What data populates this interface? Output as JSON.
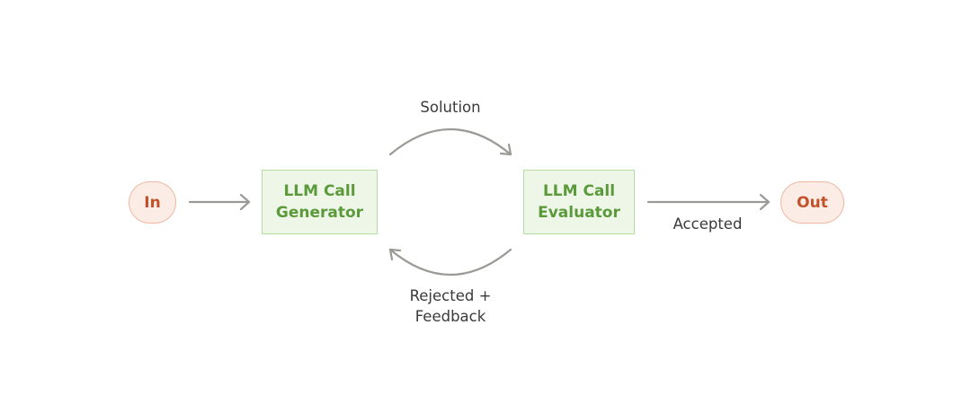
{
  "nodes": {
    "input": {
      "label": "In"
    },
    "generator": {
      "line1": "LLM Call",
      "line2": "Generator"
    },
    "evaluator": {
      "line1": "LLM Call",
      "line2": "Evaluator"
    },
    "output": {
      "label": "Out"
    }
  },
  "edges": {
    "solution": {
      "label": "Solution"
    },
    "feedback": {
      "line1": "Rejected +",
      "line2": "Feedback"
    },
    "accepted": {
      "label": "Accepted"
    }
  },
  "colors": {
    "terminal_fill": "#fbece6",
    "terminal_border": "#efb8a3",
    "terminal_text": "#c2522b",
    "node_fill": "#eef6e8",
    "node_border": "#b5dca3",
    "node_text": "#5a9a3a",
    "arrow": "#9a9a96",
    "label_text": "#3a3a3a"
  }
}
